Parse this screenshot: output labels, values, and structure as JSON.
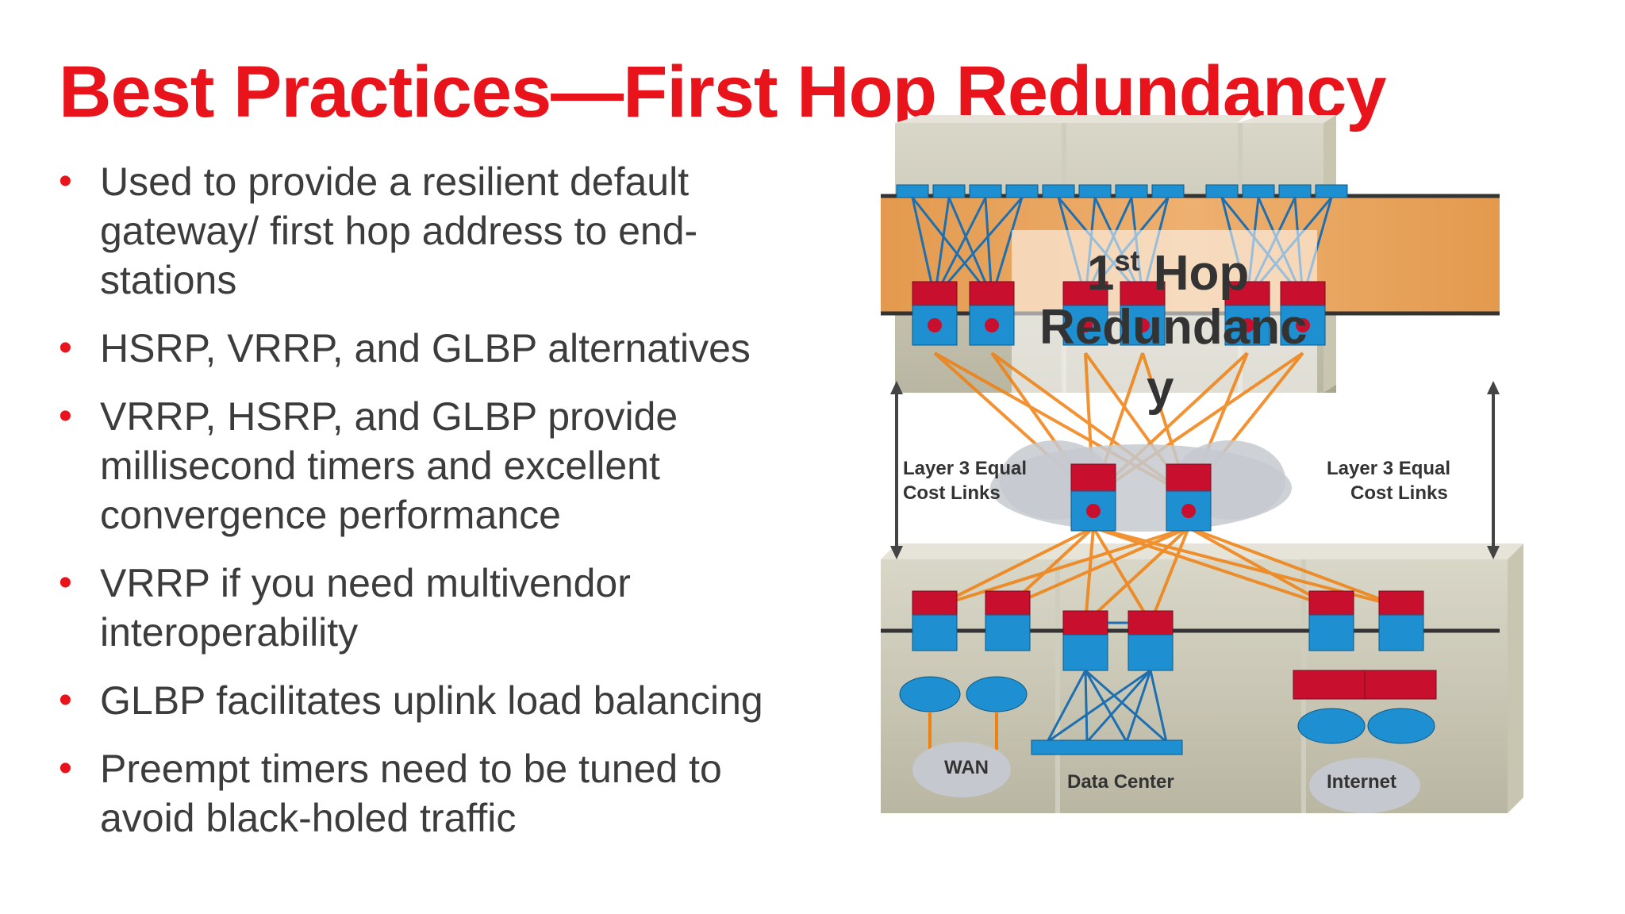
{
  "title": "Best Practices—First Hop Redundancy",
  "bullets": [
    "Used to provide a resilient default gateway/ first hop address to end-stations",
    "HSRP, VRRP, and GLBP alternatives",
    "VRRP, HSRP, and GLBP provide millisecond timers and excellent convergence performance",
    "VRRP if you need multivendor interoperability",
    "GLBP facilitates uplink load balancing",
    "Preempt timers need to be tuned to avoid black-holed traffic"
  ],
  "diagram": {
    "overlay_line1_base": "1",
    "overlay_line1_sup": "st",
    "overlay_line1_rest": " Hop",
    "overlay_line2": "Redundanc",
    "overlay_line3": "y",
    "left_link_label_1": "Layer 3 Equal",
    "left_link_label_2": "Cost Links",
    "right_link_label_1": "Layer 3 Equal",
    "right_link_label_2": "Cost Links",
    "wan_label": "WAN",
    "datacenter_label": "Data Center",
    "internet_label": "Internet"
  },
  "colors": {
    "title": "#e8131b",
    "bullet": "#e8131b",
    "text": "#3c3c3c",
    "access_band": "#e8a055",
    "switch_blue": "#1e8fd0",
    "switch_red": "#c8102e",
    "link_orange": "#f08010",
    "link_blue": "#1e6fb0"
  }
}
